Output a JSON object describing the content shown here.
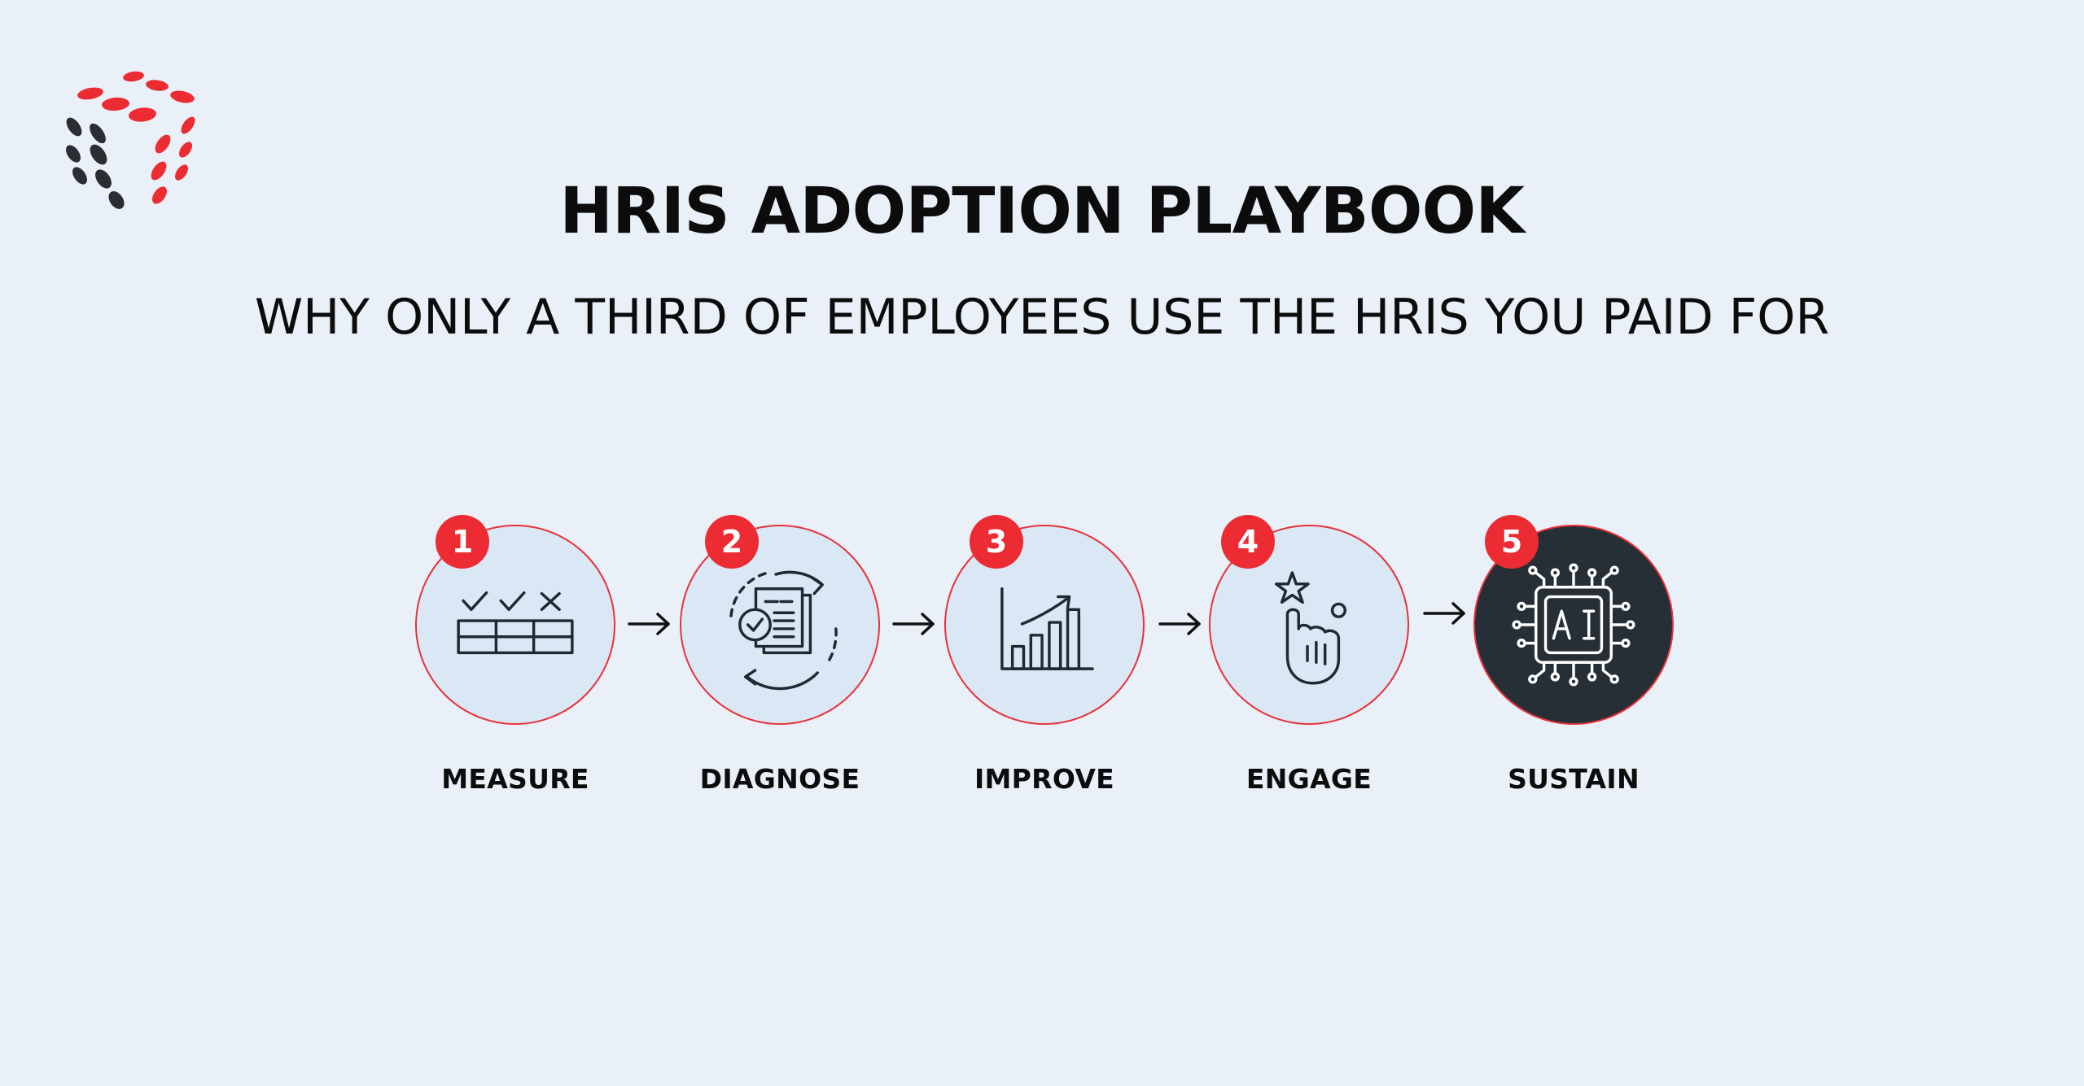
{
  "header": {
    "title": "HRIS ADOPTION PLAYBOOK",
    "subtitle": "WHY ONLY A THIRD OF EMPLOYEES USE THE HRIS YOU PAID FOR"
  },
  "logo": {
    "icon": "dotted-cube-logo",
    "colors": {
      "red": "#ec2b33",
      "dark": "#2a2d31"
    }
  },
  "steps": [
    {
      "number": "1",
      "label": "MEASURE",
      "icon": "checklist-table-icon",
      "style": "light"
    },
    {
      "number": "2",
      "label": "DIAGNOSE",
      "icon": "document-review-cycle-icon",
      "style": "light"
    },
    {
      "number": "3",
      "label": "IMPROVE",
      "icon": "growth-bar-chart-icon",
      "style": "light"
    },
    {
      "number": "4",
      "label": "ENGAGE",
      "icon": "finger-tap-star-icon",
      "style": "light"
    },
    {
      "number": "5",
      "label": "SUSTAIN",
      "icon": "ai-chip-icon",
      "style": "dark"
    }
  ],
  "colors": {
    "background": "#e9f0f7",
    "circle_fill": "#dae7f4",
    "accent": "#ec2b33",
    "dark_circle": "#262f36",
    "text": "#0c0c0c"
  }
}
